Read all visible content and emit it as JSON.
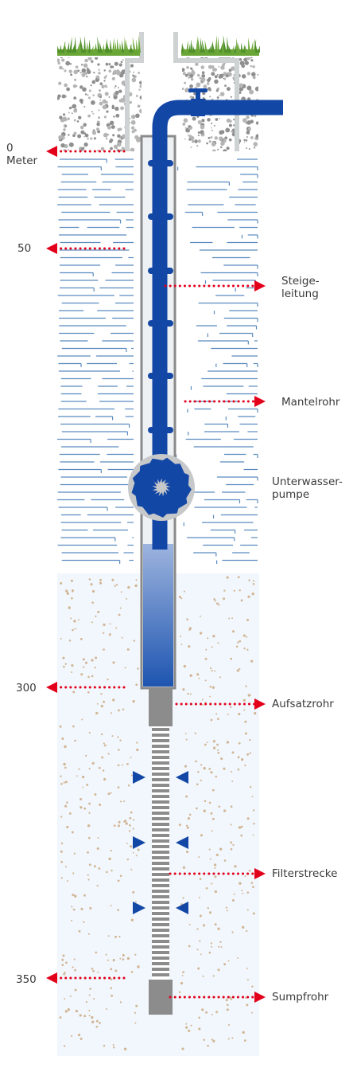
{
  "depth_markers": [
    {
      "label": "0\nMeter"
    },
    {
      "label": "50"
    },
    {
      "label": "300"
    },
    {
      "label": "350"
    }
  ],
  "components": [
    {
      "label": "Steige-\nleitung"
    },
    {
      "label": "Mantelrohr"
    },
    {
      "label": "Unterwasser-\npumpe"
    },
    {
      "label": "Aufsatzrohr"
    },
    {
      "label": "Filterstrecke"
    },
    {
      "label": "Sumpfrohr"
    }
  ],
  "colors": {
    "pipe_blue": "#1347a6",
    "arrow_red": "#e3001b",
    "water_line": "#5b8bbf",
    "water_bg": "#eef5fb",
    "sand_bg": "#f1f7fc",
    "sand_dot": "#d2b595",
    "casing_gray": "#8a8a8a",
    "grass_green": "#6aa637",
    "gravel_dot": "#8f8f8f"
  }
}
